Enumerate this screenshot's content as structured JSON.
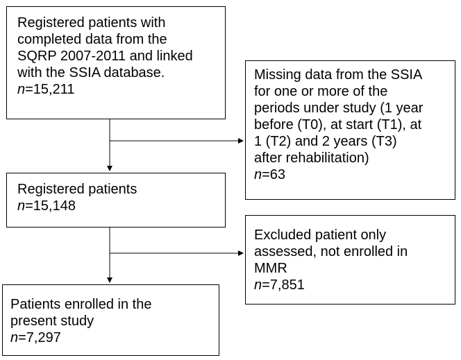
{
  "boxes": {
    "registered_linked": {
      "lines": [
        "Registered patients with",
        "completed data from the",
        "SQRP 2007-2011 and linked",
        "with the SSIA database."
      ],
      "n_label": "n",
      "n_value": "=15,211"
    },
    "missing_data": {
      "lines": [
        "Missing data from the SSIA",
        "for one or more of the",
        "periods under study (1 year",
        "before (T0), at start (T1), at",
        "1 (T2) and 2 years (T3)",
        "after rehabilitation)"
      ],
      "n_label": "n",
      "n_value": "=63"
    },
    "registered": {
      "lines": [
        "Registered patients"
      ],
      "n_label": "n",
      "n_value": "=15,148"
    },
    "excluded": {
      "lines": [
        "Excluded patient only",
        "assessed, not enrolled in",
        "MMR"
      ],
      "n_label": "n",
      "n_value": "=7,851"
    },
    "enrolled": {
      "lines": [
        "Patients enrolled in the",
        "present study"
      ],
      "n_label": "n",
      "n_value": "=7,297"
    }
  }
}
